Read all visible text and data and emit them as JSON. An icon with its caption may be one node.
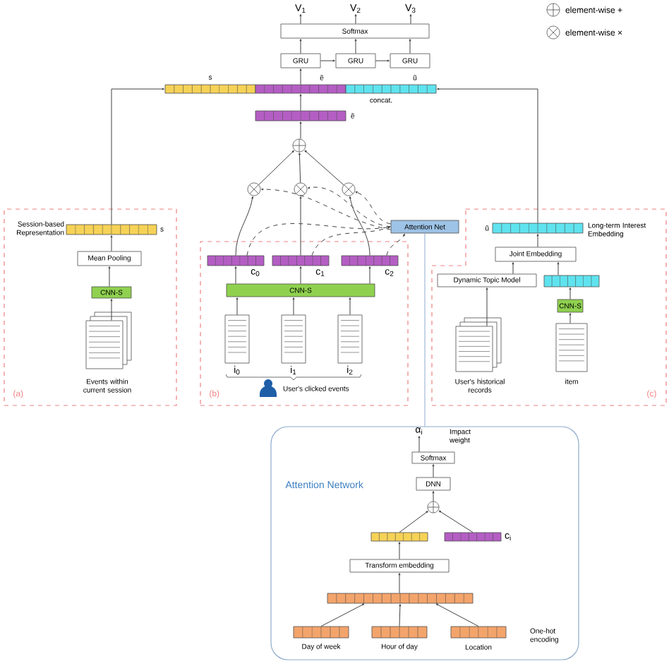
{
  "diagram": {
    "nodes": [
      {
        "text": [
          "V$_{1}$"
        ]
      },
      {
        "text": [
          "V$_{2}$"
        ]
      },
      {
        "text": [
          "V$_{3}$"
        ]
      },
      {
        "text": [
          "Softmax"
        ]
      },
      {
        "text": [
          "GRU"
        ]
      },
      {
        "text": [
          "GRU"
        ]
      },
      {
        "text": [
          "GRU"
        ]
      },
      {
        "text": [],
        "shape": "bar",
        "beside": [
          "s"
        ]
      },
      {
        "text": [],
        "shape": "bar",
        "beside": [
          "ẽ"
        ]
      },
      {
        "text": [],
        "shape": "bar",
        "beside": [
          "ũ",
          "concat."
        ]
      },
      {
        "text": [],
        "shape": "bar",
        "beside": [
          "ẽ"
        ]
      },
      {
        "text": [],
        "shape": "circle"
      },
      {
        "text": [],
        "shape": "circle"
      },
      {
        "text": [],
        "shape": "circle"
      },
      {
        "text": [],
        "shape": "circle"
      },
      {
        "text": [
          "(a)"
        ]
      },
      {
        "text": [],
        "shape": "bar",
        "in": 15,
        "beside": [
          "Session-based Representation",
          "s"
        ]
      },
      {
        "text": [
          "Mean Pooling"
        ],
        "in": 15
      },
      {
        "text": [
          "CNN-S"
        ],
        "in": 15
      },
      {
        "text": [],
        "shape": "document",
        "in": 15,
        "beside": [
          "Events within current session"
        ]
      },
      {
        "text": [
          "Attention Net"
        ]
      },
      {
        "text": [
          "(b)"
        ]
      },
      {
        "text": [],
        "shape": "bar",
        "in": 21,
        "beside": [
          "c$_{0}$"
        ]
      },
      {
        "text": [],
        "shape": "bar",
        "in": 21,
        "beside": [
          "c$_{1}$"
        ]
      },
      {
        "text": [],
        "shape": "bar",
        "in": 21,
        "beside": [
          "c$_{2}$"
        ]
      },
      {
        "text": [
          "CNN-S"
        ],
        "in": 21
      },
      {
        "text": [],
        "shape": "document",
        "in": 21,
        "beside": [
          "i$_{0}$"
        ]
      },
      {
        "text": [],
        "shape": "document",
        "in": 21,
        "beside": [
          "i$_{1}$"
        ]
      },
      {
        "text": [],
        "shape": "document",
        "in": 21,
        "beside": [
          "i$_{2}$"
        ]
      },
      {
        "text": [
          "(c)"
        ]
      },
      {
        "text": [],
        "shape": "bar",
        "in": 29,
        "beside": [
          "ũ",
          "Long-term Interest Embedding"
        ]
      },
      {
        "text": [
          "Joint Embedding"
        ],
        "in": 29
      },
      {
        "text": [
          "Dynamic Topic Model"
        ],
        "in": 29
      },
      {
        "text": [],
        "shape": "bar",
        "in": 29
      },
      {
        "text": [
          "CNN-S"
        ],
        "in": 29
      },
      {
        "text": [],
        "shape": "document",
        "in": 29,
        "beside": [
          "User's historical records"
        ]
      },
      {
        "text": [],
        "shape": "document",
        "in": 29,
        "beside": [
          "item"
        ]
      },
      {
        "text": [
          "Attention Network"
        ]
      },
      {
        "text": [
          "α$_{i}$"
        ],
        "in": 37,
        "beside": [
          "Impact weight"
        ]
      },
      {
        "text": [
          "Softmax"
        ],
        "in": 37
      },
      {
        "text": [
          "DNN"
        ],
        "in": 37
      },
      {
        "text": [],
        "shape": "circle",
        "in": 37
      },
      {
        "text": [],
        "shape": "bar",
        "in": 37
      },
      {
        "text": [],
        "shape": "bar",
        "in": 37,
        "beside": [
          "c$_{i}$"
        ]
      },
      {
        "text": [
          "Transform embedding"
        ],
        "in": 37
      },
      {
        "text": [],
        "shape": "bar",
        "in": 37
      },
      {
        "text": [],
        "shape": "bar",
        "in": 37,
        "beside": [
          "Day of week"
        ]
      },
      {
        "text": [],
        "shape": "bar",
        "in": 37,
        "beside": [
          "Hour of day"
        ]
      },
      {
        "text": [],
        "shape": "bar",
        "in": 37,
        "beside": [
          "Location"
        ]
      }
    ],
    "edges": [
      {
        "from": 3,
        "to": 0,
        "arrow": "to"
      },
      {
        "from": 3,
        "to": 1,
        "arrow": "to"
      },
      {
        "from": 3,
        "to": 2,
        "arrow": "to"
      },
      {
        "from": 4,
        "to": 3,
        "arrow": "to"
      },
      {
        "from": 5,
        "to": 3,
        "arrow": "to"
      },
      {
        "from": 6,
        "to": 3,
        "arrow": "to"
      },
      {
        "from": 4,
        "to": 5,
        "arrow": "to"
      },
      {
        "from": 5,
        "to": 6,
        "arrow": "to"
      },
      {
        "from": 8,
        "to": 4,
        "arrow": "to"
      },
      {
        "from": 10,
        "to": 8,
        "arrow": "to"
      },
      {
        "from": 11,
        "to": 10,
        "arrow": "to"
      },
      {
        "from": 12,
        "to": 11,
        "arrow": "to"
      },
      {
        "from": 13,
        "to": 11,
        "arrow": "to"
      },
      {
        "from": 14,
        "to": 11,
        "arrow": "to"
      },
      {
        "from": 22,
        "to": 12,
        "arrow": "to"
      },
      {
        "from": 23,
        "to": 13,
        "arrow": "to"
      },
      {
        "from": 24,
        "to": 14,
        "arrow": "to"
      },
      {
        "from": 22,
        "to": 20,
        "arrow": "to",
        "style": "dashed"
      },
      {
        "from": 23,
        "to": 20,
        "arrow": "to",
        "style": "dashed"
      },
      {
        "from": 24,
        "to": 20,
        "arrow": "to",
        "style": "dashed"
      },
      {
        "from": 20,
        "to": 12,
        "arrow": "to",
        "style": "dashed"
      },
      {
        "from": 20,
        "to": 13,
        "arrow": "to",
        "style": "dashed"
      },
      {
        "from": 20,
        "to": 14,
        "arrow": "to",
        "style": "dashed"
      },
      {
        "from": 25,
        "to": 22,
        "arrow": "to"
      },
      {
        "from": 25,
        "to": 23,
        "arrow": "to"
      },
      {
        "from": 25,
        "to": 24,
        "arrow": "to"
      },
      {
        "from": 26,
        "to": 25,
        "arrow": "to"
      },
      {
        "from": 27,
        "to": 25,
        "arrow": "to"
      },
      {
        "from": 28,
        "to": 25,
        "arrow": "to"
      },
      {
        "from": 19,
        "to": 18,
        "arrow": "to"
      },
      {
        "from": 18,
        "to": 17,
        "arrow": "to"
      },
      {
        "from": 17,
        "to": 16,
        "arrow": "to"
      },
      {
        "from": 16,
        "to": 7,
        "arrow": "to"
      },
      {
        "from": 30,
        "to": 9,
        "arrow": "to"
      },
      {
        "from": 31,
        "to": 30,
        "arrow": "to"
      },
      {
        "from": 32,
        "to": 31,
        "arrow": "to"
      },
      {
        "from": 33,
        "to": 31,
        "arrow": "to"
      },
      {
        "from": 34,
        "to": 33,
        "arrow": "to"
      },
      {
        "from": 36,
        "to": 34,
        "arrow": "to"
      },
      {
        "from": 35,
        "to": 32,
        "arrow": "to"
      },
      {
        "from": 20,
        "to": 37,
        "arrow": "none",
        "color": "#8eaacc"
      },
      {
        "from": 39,
        "to": 38,
        "arrow": "to"
      },
      {
        "from": 40,
        "to": 39,
        "arrow": "to"
      },
      {
        "from": 41,
        "to": 40,
        "arrow": "to"
      },
      {
        "from": 42,
        "to": 41,
        "arrow": "to"
      },
      {
        "from": 43,
        "to": 41,
        "arrow": "to"
      },
      {
        "from": 44,
        "to": 42,
        "arrow": "to"
      },
      {
        "from": 45,
        "to": 44,
        "arrow": "to"
      },
      {
        "from": 46,
        "to": 45,
        "arrow": "to"
      },
      {
        "from": 47,
        "to": 45,
        "arrow": "to"
      },
      {
        "from": 48,
        "to": 45,
        "arrow": "to"
      }
    ],
    "labels": [
      "User's clicked events",
      "One-hot encoding"
    ],
    "legend": [
      {
        "text": "element-wise +"
      },
      {
        "text": "element-wise ×"
      }
    ]
  }
}
